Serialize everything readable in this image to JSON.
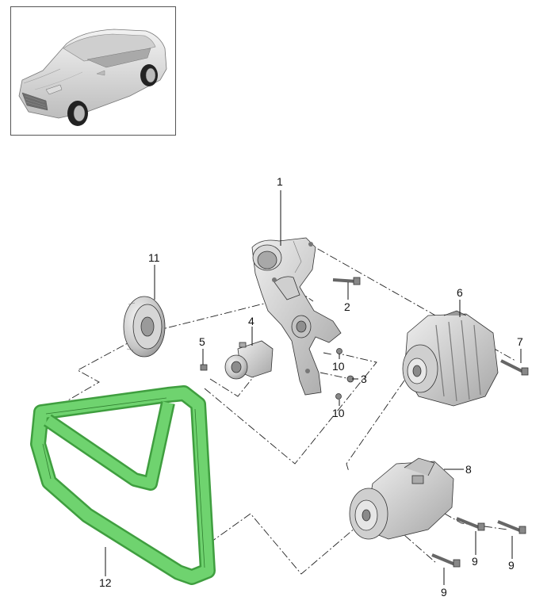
{
  "diagram": {
    "callouts": {
      "c1": "1",
      "c2": "2",
      "c3": "3",
      "c4": "4",
      "c5": "5",
      "c6": "6",
      "c7": "7",
      "c8": "8",
      "c9a": "9",
      "c9b": "9",
      "c9c": "9",
      "c10a": "10",
      "c10b": "10",
      "c11": "11",
      "c12": "12"
    },
    "parts": [
      {
        "callout": "1",
        "name": "bracket"
      },
      {
        "callout": "2",
        "name": "bolt"
      },
      {
        "callout": "3",
        "name": "bolt"
      },
      {
        "callout": "4",
        "name": "tensioner"
      },
      {
        "callout": "5",
        "name": "bolt"
      },
      {
        "callout": "6",
        "name": "alternator"
      },
      {
        "callout": "7",
        "name": "bolt"
      },
      {
        "callout": "8",
        "name": "ac-compressor"
      },
      {
        "callout": "9",
        "name": "bolt"
      },
      {
        "callout": "10",
        "name": "bolt"
      },
      {
        "callout": "11",
        "name": "vibration-damper"
      },
      {
        "callout": "12",
        "name": "poly-v-belt"
      }
    ],
    "colors": {
      "belt": "#6fd36f",
      "belt_dark": "#3f9e3f",
      "metal_light": "#e2e2e2",
      "metal_mid": "#bdbdbd",
      "metal_dark": "#7a7a7a"
    }
  }
}
